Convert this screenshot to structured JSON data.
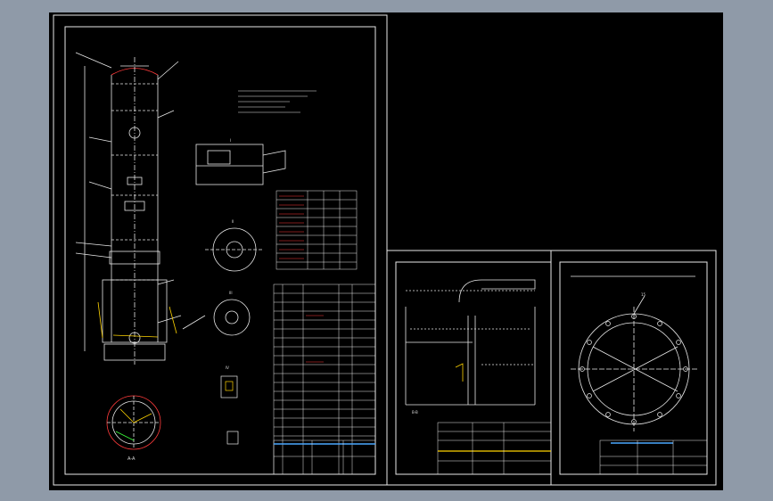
{
  "drawing": {
    "labels": {
      "section_a": "A-A",
      "section_b": "B-B",
      "detail_1": "I",
      "detail_2": "II",
      "detail_3": "III",
      "detail_4": "IV",
      "scale_15": "15"
    }
  }
}
